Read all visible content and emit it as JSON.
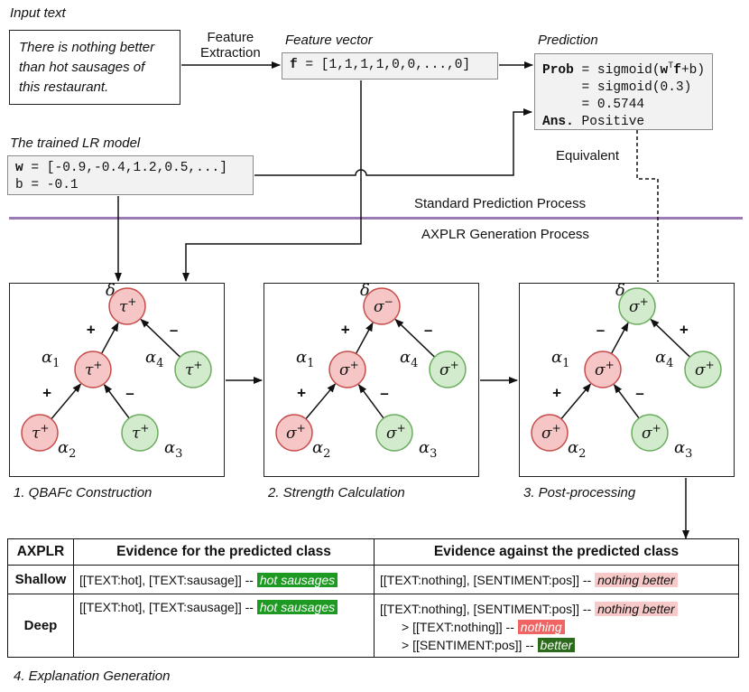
{
  "input": {
    "title": "Input text",
    "lines": [
      "There is nothing better",
      "than hot sausages of",
      "this restaurant."
    ]
  },
  "feature_extraction": [
    "Feature",
    "Extraction"
  ],
  "feature_vector": {
    "title": "Feature vector",
    "var": "f",
    "value": " = [1,1,1,1,0,0,...,0]"
  },
  "prediction": {
    "title": "Prediction",
    "prob_label": "Prob",
    "line1_pre": " = sigmoid(",
    "line1_w": "w",
    "line1_sup": "T",
    "line1_f": "f",
    "line1_post": "+b)",
    "line2": "     = sigmoid(0.3)",
    "line3": "     = 0.5744",
    "ans_label": "Ans.",
    "ans_value": " Positive"
  },
  "equivalent": "Equivalent",
  "model": {
    "title": "The trained LR model",
    "w_var": "w",
    "w_value": " = [-0.9,-0.4,1.2,0.5,...]",
    "b_line": "b = -0.1"
  },
  "standard_process": "Standard Prediction Process",
  "axplr_process": "AXPLR Generation Process",
  "panels": [
    {
      "caption": "1. QBAFc Construction",
      "nodes": [
        {
          "id": "delta",
          "label": "δ",
          "symbol": "τ",
          "sup": "+",
          "color": "red"
        },
        {
          "id": "a1",
          "label": "α1",
          "symbol": "τ",
          "sup": "+",
          "color": "red"
        },
        {
          "id": "a4",
          "label": "α4",
          "symbol": "τ",
          "sup": "+",
          "color": "green"
        },
        {
          "id": "a2",
          "label": "α2",
          "symbol": "τ",
          "sup": "+",
          "color": "red"
        },
        {
          "id": "a3",
          "label": "α3",
          "symbol": "τ",
          "sup": "+",
          "color": "green"
        }
      ],
      "edge_signs": {
        "a1_delta": "+",
        "a4_delta": "–",
        "a2_a1": "+",
        "a3_a1": "–"
      }
    },
    {
      "caption": "2. Strength Calculation",
      "nodes": [
        {
          "id": "delta",
          "label": "δ",
          "symbol": "σ",
          "sup": "−",
          "color": "red"
        },
        {
          "id": "a1",
          "label": "α1",
          "symbol": "σ",
          "sup": "+",
          "color": "red"
        },
        {
          "id": "a4",
          "label": "α4",
          "symbol": "σ",
          "sup": "+",
          "color": "green"
        },
        {
          "id": "a2",
          "label": "α2",
          "symbol": "σ",
          "sup": "+",
          "color": "red"
        },
        {
          "id": "a3",
          "label": "α3",
          "symbol": "σ",
          "sup": "+",
          "color": "green"
        }
      ],
      "edge_signs": {
        "a1_delta": "+",
        "a4_delta": "–",
        "a2_a1": "+",
        "a3_a1": "–"
      }
    },
    {
      "caption": "3. Post-processing",
      "nodes": [
        {
          "id": "delta",
          "label": "δ",
          "symbol": "σ",
          "sup": "+",
          "color": "green"
        },
        {
          "id": "a1",
          "label": "α1",
          "symbol": "σ",
          "sup": "+",
          "color": "red"
        },
        {
          "id": "a4",
          "label": "α4",
          "symbol": "σ",
          "sup": "+",
          "color": "green"
        },
        {
          "id": "a2",
          "label": "α2",
          "symbol": "σ",
          "sup": "+",
          "color": "red"
        },
        {
          "id": "a3",
          "label": "α3",
          "symbol": "σ",
          "sup": "+",
          "color": "green"
        }
      ],
      "edge_signs": {
        "a1_delta": "–",
        "a4_delta": "+",
        "a2_a1": "+",
        "a3_a1": "–"
      }
    }
  ],
  "table": {
    "headers": [
      "AXPLR",
      "Evidence for the predicted class",
      "Evidence against the predicted class"
    ],
    "shallow": {
      "label": "Shallow",
      "for_text": "[[TEXT:hot], [TEXT:sausage]] -- ",
      "for_hl": "hot sausages",
      "against_text": "[[TEXT:nothing], [SENTIMENT:pos]] -- ",
      "against_hl": "nothing better"
    },
    "deep": {
      "label": "Deep",
      "for_text": "[[TEXT:hot], [TEXT:sausage]] -- ",
      "for_hl": "hot sausages",
      "against_text": "[[TEXT:nothing], [SENTIMENT:pos]] -- ",
      "against_hl": "nothing better",
      "sub1_text": "> [[TEXT:nothing]] -- ",
      "sub1_hl": "nothing",
      "sub2_text": "> [[SENTIMENT:pos]] -- ",
      "sub2_hl": "better"
    }
  },
  "explanation_caption": "4. Explanation Generation",
  "colors": {
    "red_fill": "#f6c6c6",
    "red_stroke": "#c84b4b",
    "green_fill": "#d3ebcd",
    "green_stroke": "#6aab5e",
    "divider": "#9b7bb5",
    "highlight_green": "#1e9a22",
    "highlight_darkgreen": "#2b6a1a",
    "highlight_pink": "#f7c9c9",
    "highlight_red": "#f06464"
  }
}
